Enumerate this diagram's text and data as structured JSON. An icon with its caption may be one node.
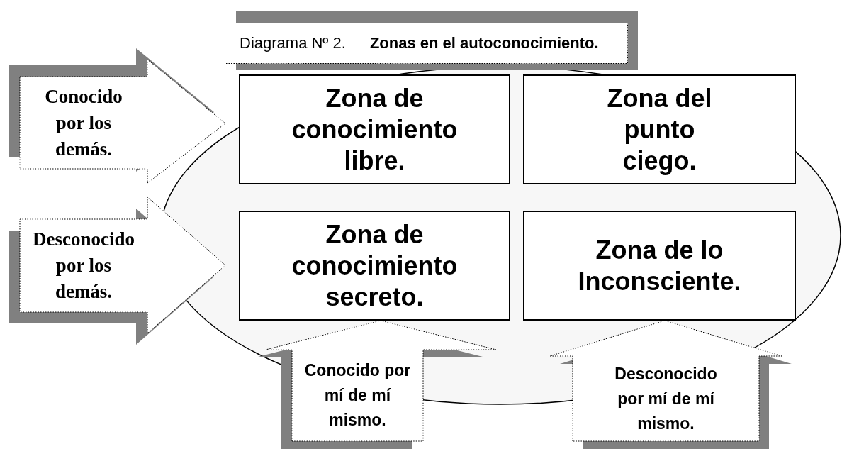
{
  "diagram": {
    "nodes": [
      {
        "text": [
          "Diagrama Nº 2.",
          "Zonas en el autoconocimiento."
        ]
      },
      {
        "text": [
          "Conocido por los demás."
        ]
      },
      {
        "text": [
          "Zona de conocimiento libre."
        ]
      },
      {
        "text": [
          "Zona del punto ciego."
        ]
      },
      {
        "text": [
          "Desconocido por los demás."
        ]
      },
      {
        "text": [
          "Zona de conocimiento secreto."
        ]
      },
      {
        "text": [
          "Zona de lo Inconsciente."
        ]
      },
      {
        "text": [
          "Conocido por mí de mí mismo."
        ]
      },
      {
        "text": [
          "Desconocido por mí de mí mismo."
        ]
      }
    ]
  }
}
